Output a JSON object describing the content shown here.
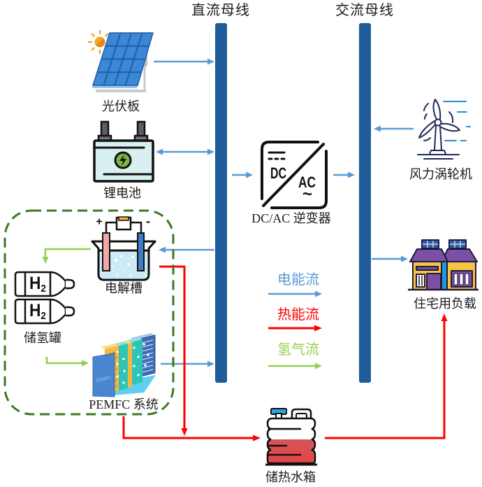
{
  "titles": {
    "dc_bus": "直流母线",
    "ac_bus": "交流母线"
  },
  "components": {
    "pv": {
      "label": "光伏板"
    },
    "battery": {
      "label": "锂电池"
    },
    "inverter": {
      "label": "DC/AC 逆变器",
      "dc_text": "DC",
      "ac_text": "AC",
      "ac_symbol": "~"
    },
    "wind_turbine": {
      "label": "风力涡轮机"
    },
    "house": {
      "label": "住宅用负载"
    },
    "electrolyzer": {
      "label": "电解槽",
      "plus_sign": "+",
      "minus_sign": "-"
    },
    "h2_tanks": {
      "label": "储氢罐",
      "tank_text": "H",
      "tank_subscript": "2",
      "count": 2
    },
    "pemfc": {
      "label": "PEMFC 系统",
      "panel_text": "PEMFC"
    },
    "heat_tank": {
      "label": "储热水箱"
    }
  },
  "legend": [
    {
      "label": "电能流",
      "flow": "electric",
      "color": "#5B9BD5"
    },
    {
      "label": "热能流",
      "flow": "thermal",
      "color": "#FF0000"
    },
    {
      "label": "氢气流",
      "flow": "hydrogen",
      "color": "#92D050"
    }
  ],
  "groups": [
    {
      "name": "hydrogen-subsystem",
      "members": [
        "electrolyzer",
        "h2_tanks",
        "pemfc"
      ],
      "border": "dashed"
    }
  ],
  "connections": [
    {
      "from": "pv",
      "to": "dc_bus",
      "flow": "electric"
    },
    {
      "from": "battery",
      "to": "dc_bus",
      "flow": "electric",
      "bidirectional": true
    },
    {
      "from": "dc_bus",
      "to": "inverter",
      "flow": "electric"
    },
    {
      "from": "inverter",
      "to": "ac_bus",
      "flow": "electric"
    },
    {
      "from": "wind_turbine",
      "to": "ac_bus",
      "flow": "electric"
    },
    {
      "from": "ac_bus",
      "to": "house",
      "flow": "electric"
    },
    {
      "from": "dc_bus",
      "to": "electrolyzer",
      "flow": "electric"
    },
    {
      "from": "pemfc",
      "to": "dc_bus",
      "flow": "electric"
    },
    {
      "from": "electrolyzer",
      "to": "h2_tanks",
      "flow": "hydrogen"
    },
    {
      "from": "h2_tanks",
      "to": "pemfc",
      "flow": "hydrogen"
    },
    {
      "from": "electrolyzer",
      "to": "heat_tank",
      "flow": "thermal"
    },
    {
      "from": "pemfc",
      "to": "heat_tank",
      "flow": "thermal"
    },
    {
      "from": "heat_tank",
      "to": "house",
      "flow": "thermal"
    }
  ],
  "colors": {
    "bus": "#1F5C99",
    "electric": "#5B9BD5",
    "thermal": "#FF0000",
    "hydrogen": "#92D050",
    "group_border": "#3A7A21"
  }
}
